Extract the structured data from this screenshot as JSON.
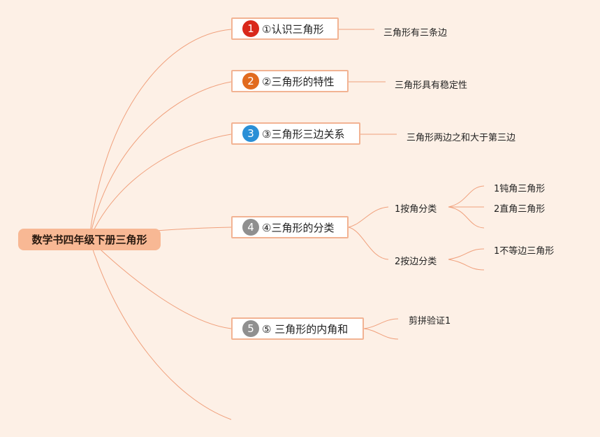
{
  "root": {
    "title": "数学书四年级下册三角形"
  },
  "branches": [
    {
      "num": "1",
      "color": "#d9281b",
      "title": "①认识三角形",
      "children": [
        "三角形有三条边"
      ]
    },
    {
      "num": "2",
      "color": "#e16b1f",
      "title": "②三角形的特性",
      "children": [
        "三角形具有稳定性"
      ]
    },
    {
      "num": "3",
      "color": "#2a8fd6",
      "title": "③三角形三边关系",
      "children": [
        "三角形两边之和大于第三边"
      ]
    },
    {
      "num": "4",
      "color": "#8f8f8f",
      "title": "④三角形的分类",
      "groups": [
        {
          "title": "1按角分类",
          "items": [
            "1钝角三角形",
            "2直角三角形"
          ]
        },
        {
          "title": "2按边分类",
          "items": [
            "1不等边三角形"
          ]
        }
      ]
    },
    {
      "num": "5",
      "color": "#8f8f8f",
      "title": "⑤ 三角形的内角和",
      "children": [
        "剪拼验证1"
      ]
    }
  ],
  "colors": {
    "line": "#f0a07c",
    "root_bg": "#f8b894",
    "background": "#fdf0e6"
  }
}
